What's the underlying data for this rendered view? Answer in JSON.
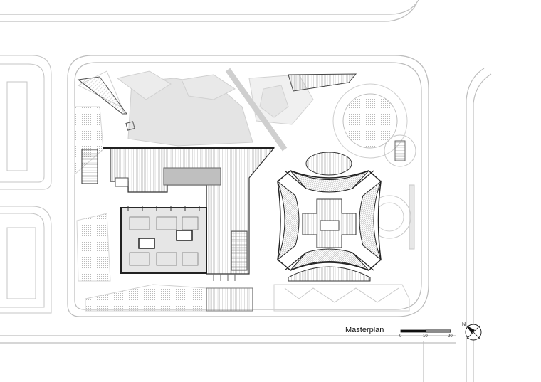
{
  "title": "Masterplan",
  "scale_bar": {
    "ticks": [
      "0",
      "10",
      "20"
    ]
  },
  "north_arrow": {
    "label": "N",
    "icon": "north-arrow-icon"
  }
}
